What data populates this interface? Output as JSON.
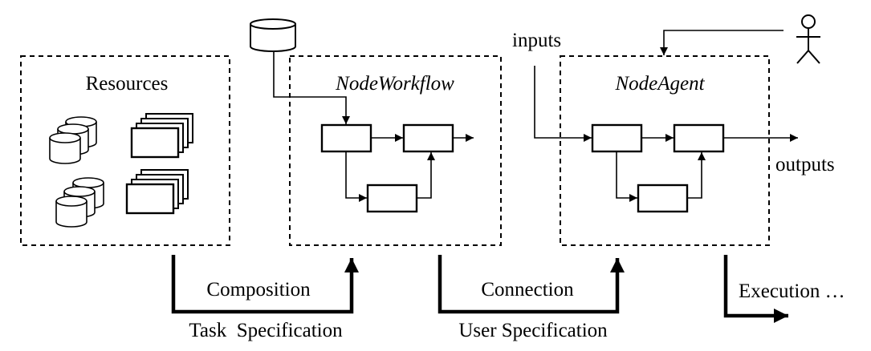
{
  "labels": {
    "resources": "Resources",
    "node_workflow": "NodeWorkflow",
    "node_agent": "NodeAgent",
    "inputs": "inputs",
    "outputs": "outputs",
    "composition": "Composition",
    "task_specification": "Task  Specification",
    "connection": "Connection",
    "user_specification": "User Specification",
    "execution": "Execution …"
  }
}
